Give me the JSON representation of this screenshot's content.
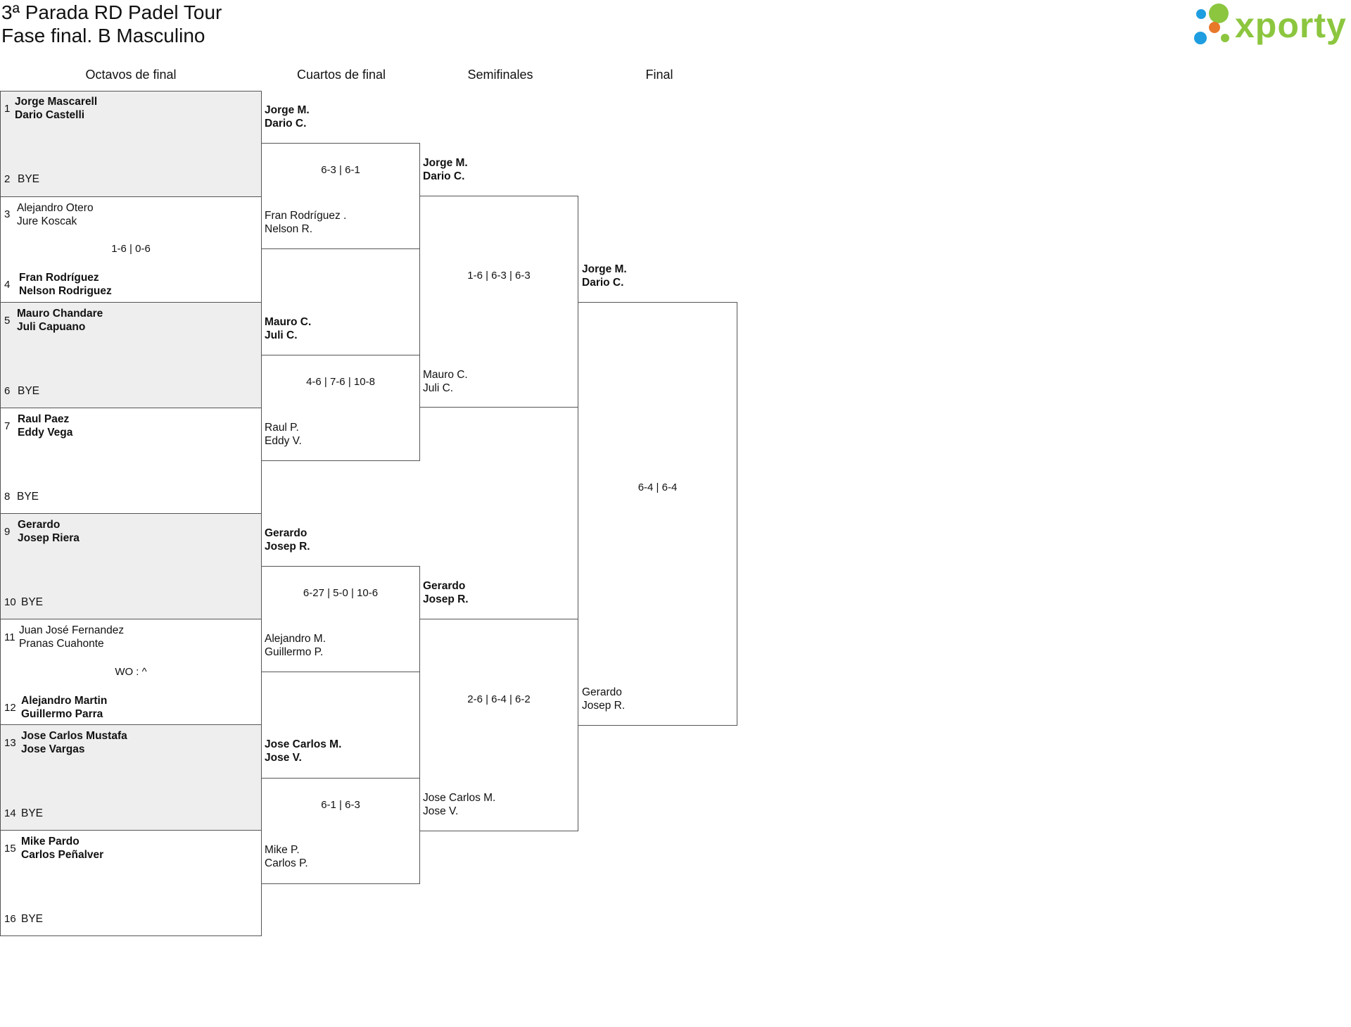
{
  "title": {
    "line1": "3ª Parada RD Padel Tour",
    "line2": "Fase final. B Masculino"
  },
  "logo": {
    "text": "xporty",
    "dot_colors": [
      "#1e9ee0",
      "#8cc63f",
      "#e8782a"
    ]
  },
  "rounds": [
    "Octavos de final",
    "Cuartos de final",
    "Semifinales",
    "Final"
  ],
  "octavos": [
    {
      "top": {
        "seed": "1",
        "p1": "Jorge Mascarell",
        "p2": "Dario Castelli"
      },
      "bottom": {
        "seed": "2",
        "p1": "BYE",
        "p2": ""
      },
      "score": ""
    },
    {
      "top": {
        "seed": "3",
        "p1": "Alejandro Otero",
        "p2": "Jure Koscak"
      },
      "bottom": {
        "seed": "4",
        "p1": "Fran Rodríguez",
        "p2": "Nelson Rodriguez"
      },
      "score": "1-6 | 0-6"
    },
    {
      "top": {
        "seed": "5",
        "p1": "Mauro Chandare",
        "p2": "Juli Capuano"
      },
      "bottom": {
        "seed": "6",
        "p1": "BYE",
        "p2": ""
      },
      "score": ""
    },
    {
      "top": {
        "seed": "7",
        "p1": "Raul Paez",
        "p2": "Eddy Vega"
      },
      "bottom": {
        "seed": "8",
        "p1": "BYE",
        "p2": ""
      },
      "score": ""
    },
    {
      "top": {
        "seed": "9",
        "p1": "Gerardo",
        "p2": "Josep Riera"
      },
      "bottom": {
        "seed": "10",
        "p1": "BYE",
        "p2": ""
      },
      "score": ""
    },
    {
      "top": {
        "seed": "11",
        "p1": "Juan José Fernandez",
        "p2": "Pranas Cuahonte"
      },
      "bottom": {
        "seed": "12",
        "p1": "Alejandro Martin",
        "p2": "Guillermo Parra"
      },
      "score": "WO : ^"
    },
    {
      "top": {
        "seed": "13",
        "p1": "Jose Carlos Mustafa",
        "p2": "Jose Vargas"
      },
      "bottom": {
        "seed": "14",
        "p1": "BYE",
        "p2": ""
      },
      "score": ""
    },
    {
      "top": {
        "seed": "15",
        "p1": "Mike Pardo",
        "p2": "Carlos Peñalver"
      },
      "bottom": {
        "seed": "16",
        "p1": "BYE",
        "p2": ""
      },
      "score": ""
    }
  ],
  "cuartos": [
    {
      "top": {
        "p1": "Jorge M.",
        "p2": "Dario C."
      },
      "bottom": {
        "p1": "Fran Rodríguez .",
        "p2": "Nelson R."
      },
      "score": "6-3 | 6-1"
    },
    {
      "top": {
        "p1": "Mauro C.",
        "p2": "Juli C."
      },
      "bottom": {
        "p1": "Raul P.",
        "p2": "Eddy V."
      },
      "score": "4-6 | 7-6 | 10-8"
    },
    {
      "top": {
        "p1": "Gerardo",
        "p2": "Josep R."
      },
      "bottom": {
        "p1": "Alejandro M.",
        "p2": "Guillermo P."
      },
      "score": "6-27 | 5-0 | 10-6"
    },
    {
      "top": {
        "p1": "Jose Carlos M.",
        "p2": "Jose V."
      },
      "bottom": {
        "p1": "Mike P.",
        "p2": "Carlos P."
      },
      "score": "6-1 | 6-3"
    }
  ],
  "semis": [
    {
      "top": {
        "p1": "Jorge M.",
        "p2": "Dario C."
      },
      "bottom": {
        "p1": "Mauro C.",
        "p2": "Juli C."
      },
      "score": "1-6 | 6-3 | 6-3"
    },
    {
      "top": {
        "p1": "Gerardo",
        "p2": "Josep R."
      },
      "bottom": {
        "p1": "Jose Carlos M.",
        "p2": "Jose V."
      },
      "score": "2-6 | 6-4 | 6-2"
    }
  ],
  "final": {
    "top": {
      "p1": "Jorge M.",
      "p2": "Dario C."
    },
    "bottom": {
      "p1": "Gerardo",
      "p2": "Josep R."
    },
    "score": "6-4 | 6-4"
  }
}
